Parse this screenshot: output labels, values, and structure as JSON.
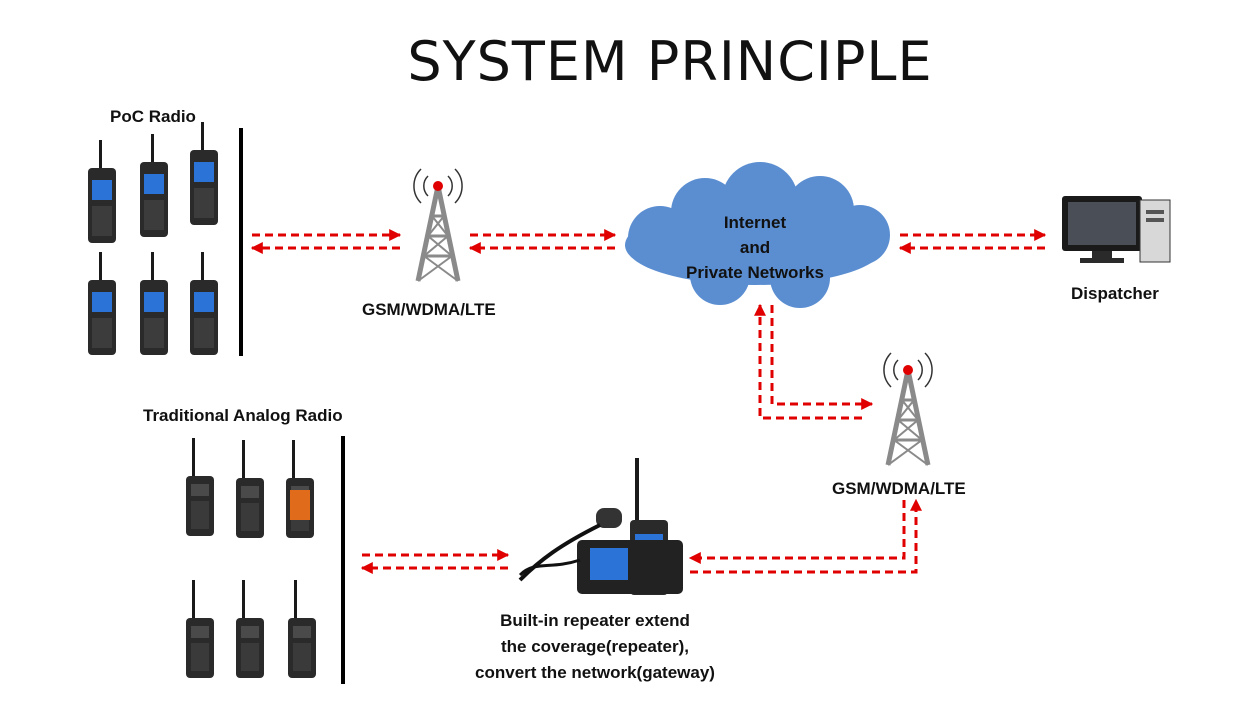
{
  "title": "SYSTEM PRINCIPLE",
  "labels": {
    "poc_radio": "PoC Radio",
    "analog_radio": "Traditional Analog Radio",
    "tower_top": "GSM/WDMA/LTE",
    "tower_right": "GSM/WDMA/LTE",
    "dispatcher": "Dispatcher"
  },
  "cloud": {
    "line1": "Internet",
    "line2": "and",
    "line3": "Private Networks"
  },
  "caption": {
    "line1": "Built-in repeater extend",
    "line2": "the coverage(repeater),",
    "line3": "convert the network(gateway)"
  },
  "colors": {
    "arrow": "#e00000",
    "cloud_fill": "#5b8ed1",
    "tower": "#8a8a8a",
    "radio_body": "#2a2a2a",
    "screen": "#2b73d6",
    "divider": "#000000"
  }
}
